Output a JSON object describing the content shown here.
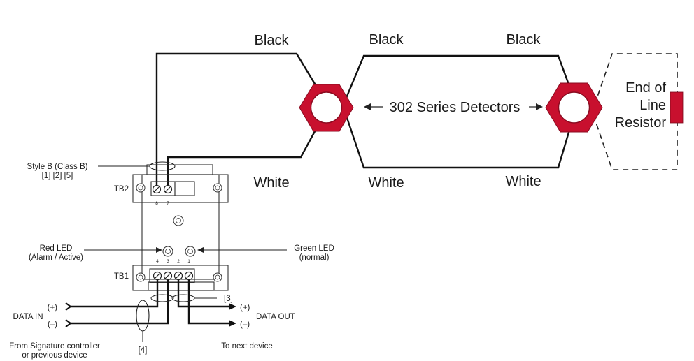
{
  "colors": {
    "detector": "#c8102e",
    "wire": "#111111",
    "resistor": "#c8102e"
  },
  "loop": {
    "top_labels": [
      "Black",
      "Black",
      "Black"
    ],
    "bottom_labels": [
      "White",
      "White",
      "White"
    ],
    "detectors_label": "302 Series Detectors",
    "eol_label_lines": [
      "End of",
      "Line",
      "Resistor"
    ]
  },
  "module": {
    "style_label_lines": [
      "Style B (Class B)",
      "[1] [2] [5]"
    ],
    "tb2_label": "TB2",
    "tb1_label": "TB1",
    "tb2_terminals": [
      "8",
      "7"
    ],
    "tb1_terminals": [
      "4",
      "3",
      "2",
      "1"
    ],
    "red_led_lines": [
      "Red LED",
      "(Alarm / Active)"
    ],
    "green_led_lines": [
      "Green LED",
      "(normal)"
    ]
  },
  "signal": {
    "data_in_label": "DATA IN",
    "data_out_label": "DATA OUT",
    "plus": "(+)",
    "minus": "(–)",
    "ref3": "[3]",
    "ref4": "[4]",
    "from_lines": [
      "From Signature controller",
      "or previous device"
    ],
    "to_label": "To next device"
  }
}
